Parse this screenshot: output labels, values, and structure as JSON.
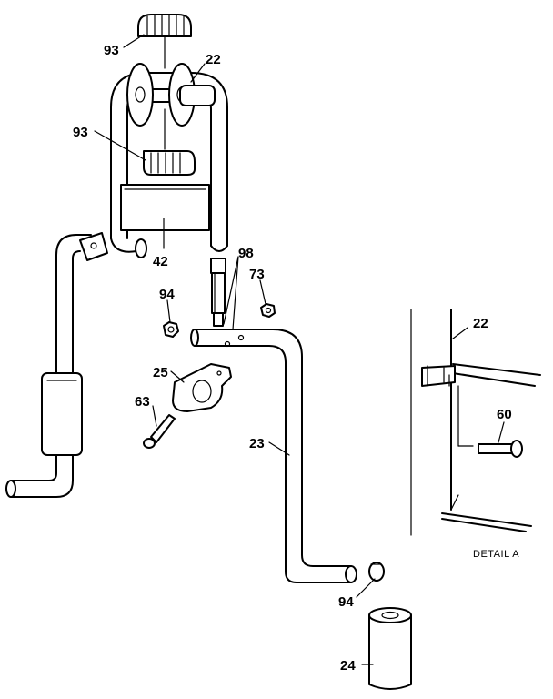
{
  "callouts": {
    "c93_top": "93",
    "c22_top": "22",
    "c93_mid": "93",
    "c42": "42",
    "c98": "98",
    "c73": "73",
    "c94_left": "94",
    "c25": "25",
    "c63": "63",
    "c23": "23",
    "c94_bottom": "94",
    "c24": "24",
    "c22_detail": "22",
    "c60": "60"
  },
  "detail_caption": "DETAIL A"
}
